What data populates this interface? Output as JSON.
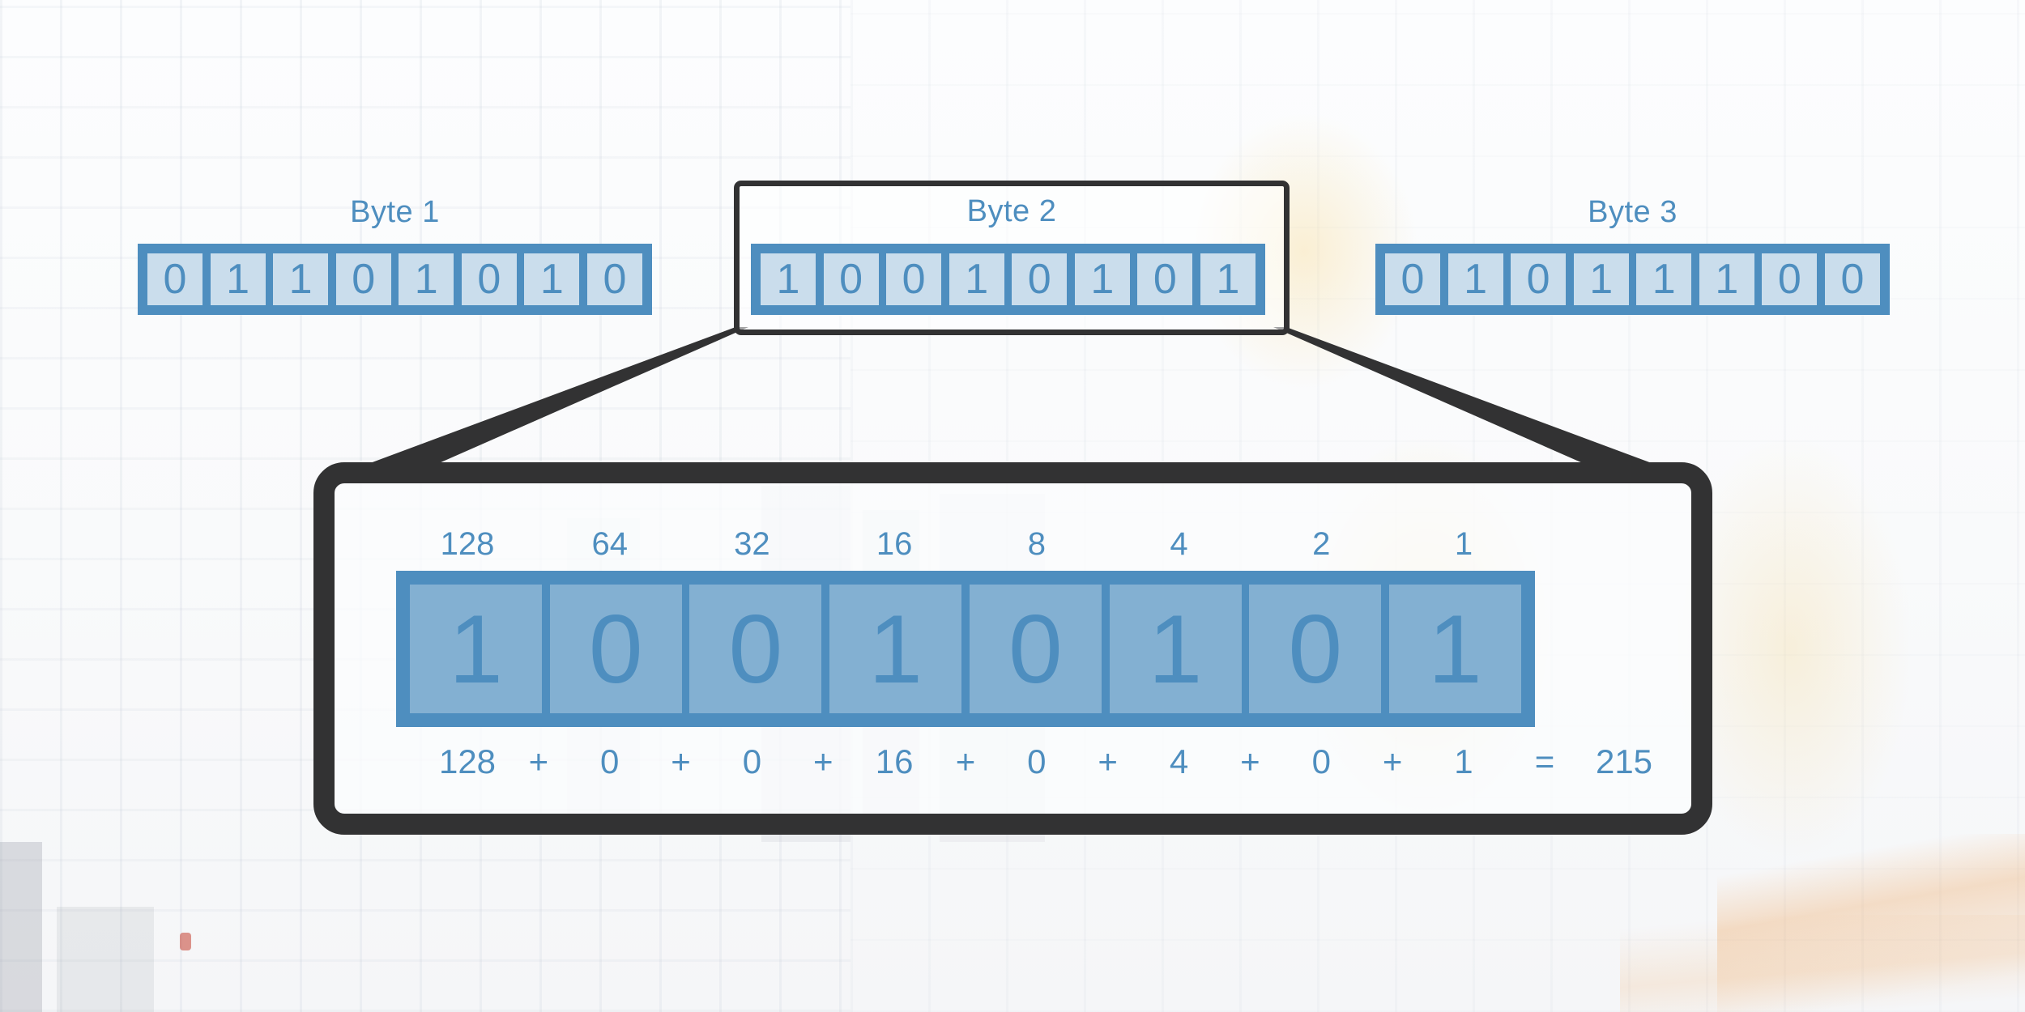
{
  "bytes": [
    {
      "label": "Byte 1",
      "bits": [
        "0",
        "1",
        "1",
        "0",
        "1",
        "0",
        "1",
        "0"
      ],
      "highlighted": false
    },
    {
      "label": "Byte 2",
      "bits": [
        "1",
        "0",
        "0",
        "1",
        "0",
        "1",
        "0",
        "1"
      ],
      "highlighted": true
    },
    {
      "label": "Byte 3",
      "bits": [
        "0",
        "1",
        "0",
        "1",
        "1",
        "1",
        "0",
        "0"
      ],
      "highlighted": false
    }
  ],
  "magnifier": {
    "source_byte": "Byte 2",
    "place_values": [
      "128",
      "64",
      "32",
      "16",
      "8",
      "4",
      "2",
      "1"
    ],
    "bits": [
      "1",
      "0",
      "0",
      "1",
      "0",
      "1",
      "0",
      "1"
    ],
    "sum": {
      "terms": [
        "128",
        "0",
        "0",
        "16",
        "0",
        "4",
        "0",
        "1"
      ],
      "operator": "+",
      "equals": "=",
      "result": "215"
    }
  },
  "colors": {
    "accent_blue": "#4E8EBF",
    "outline_dark": "#323233"
  }
}
